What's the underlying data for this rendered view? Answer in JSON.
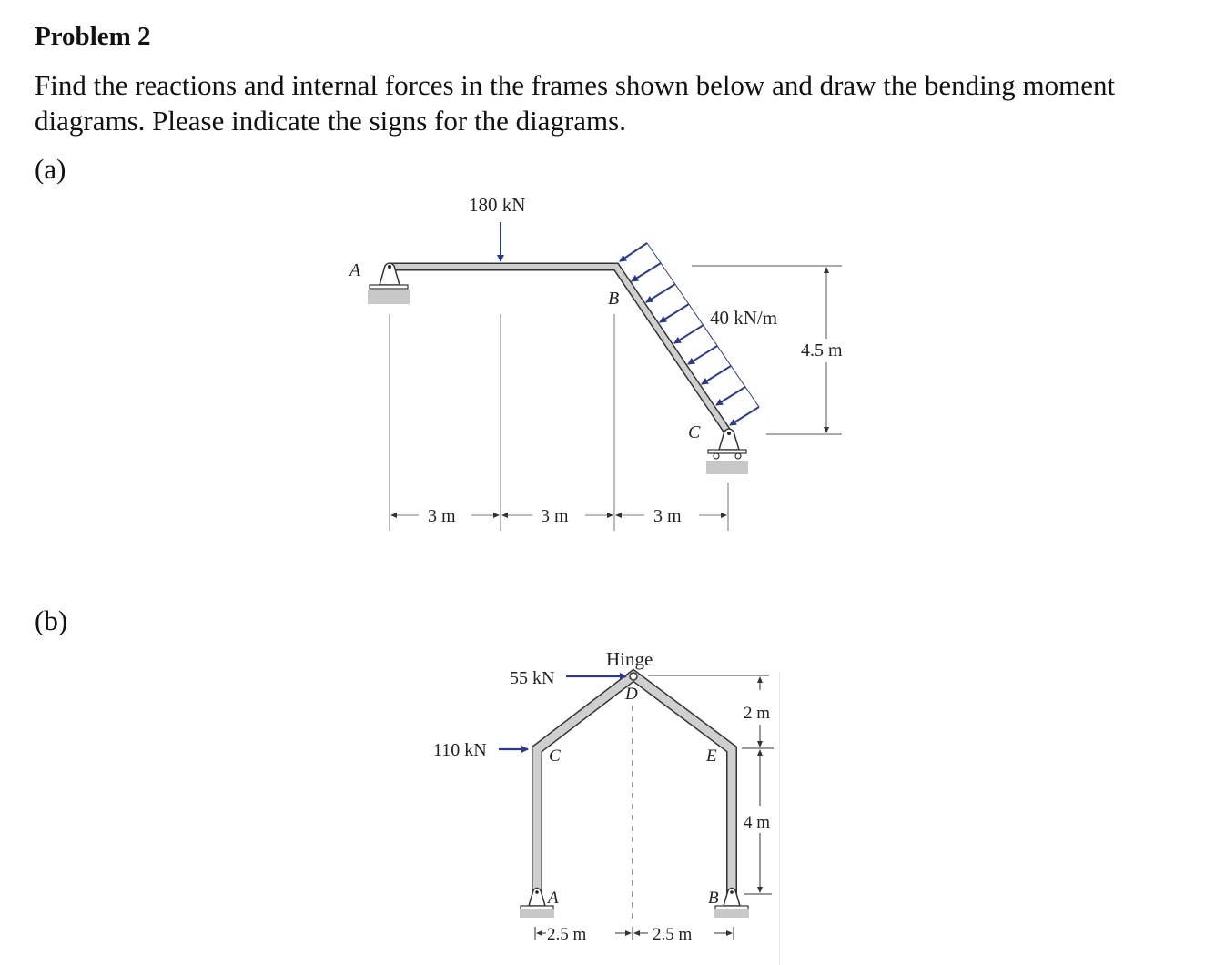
{
  "document": {
    "title": "Problem 2",
    "instructions_line1": "Find the reactions and internal forces in the frames shown below and draw the bending moment",
    "instructions_line2": "diagrams. Please indicate the signs for the diagrams."
  },
  "part_a": {
    "label": "(a)",
    "point_load": "180 kN",
    "distributed_load": "40 kN/m",
    "height_dim": "4.5 m",
    "span_dims": [
      "3 m",
      "3 m",
      "3 m"
    ],
    "node_labels": {
      "a": "A",
      "b": "B",
      "c": "C"
    },
    "supports": {
      "A": "pin",
      "C": "roller"
    }
  },
  "part_b": {
    "label": "(b)",
    "hinge_label": "Hinge",
    "load_top": "55 kN",
    "load_side": "110 kN",
    "dim_upper": "2 m",
    "dim_lower": "4 m",
    "span_dims": [
      "2.5 m",
      "2.5 m"
    ],
    "node_labels": {
      "a": "A",
      "b": "B",
      "c": "C",
      "d": "D",
      "e": "E"
    },
    "supports": {
      "A": "pin",
      "B": "pin",
      "D": "hinge"
    }
  },
  "colors": {
    "load_arrow": "#2b3a8c",
    "member_fill": "#cfcfcf",
    "member_edge": "#333333",
    "ground": "#c8c8c8"
  }
}
